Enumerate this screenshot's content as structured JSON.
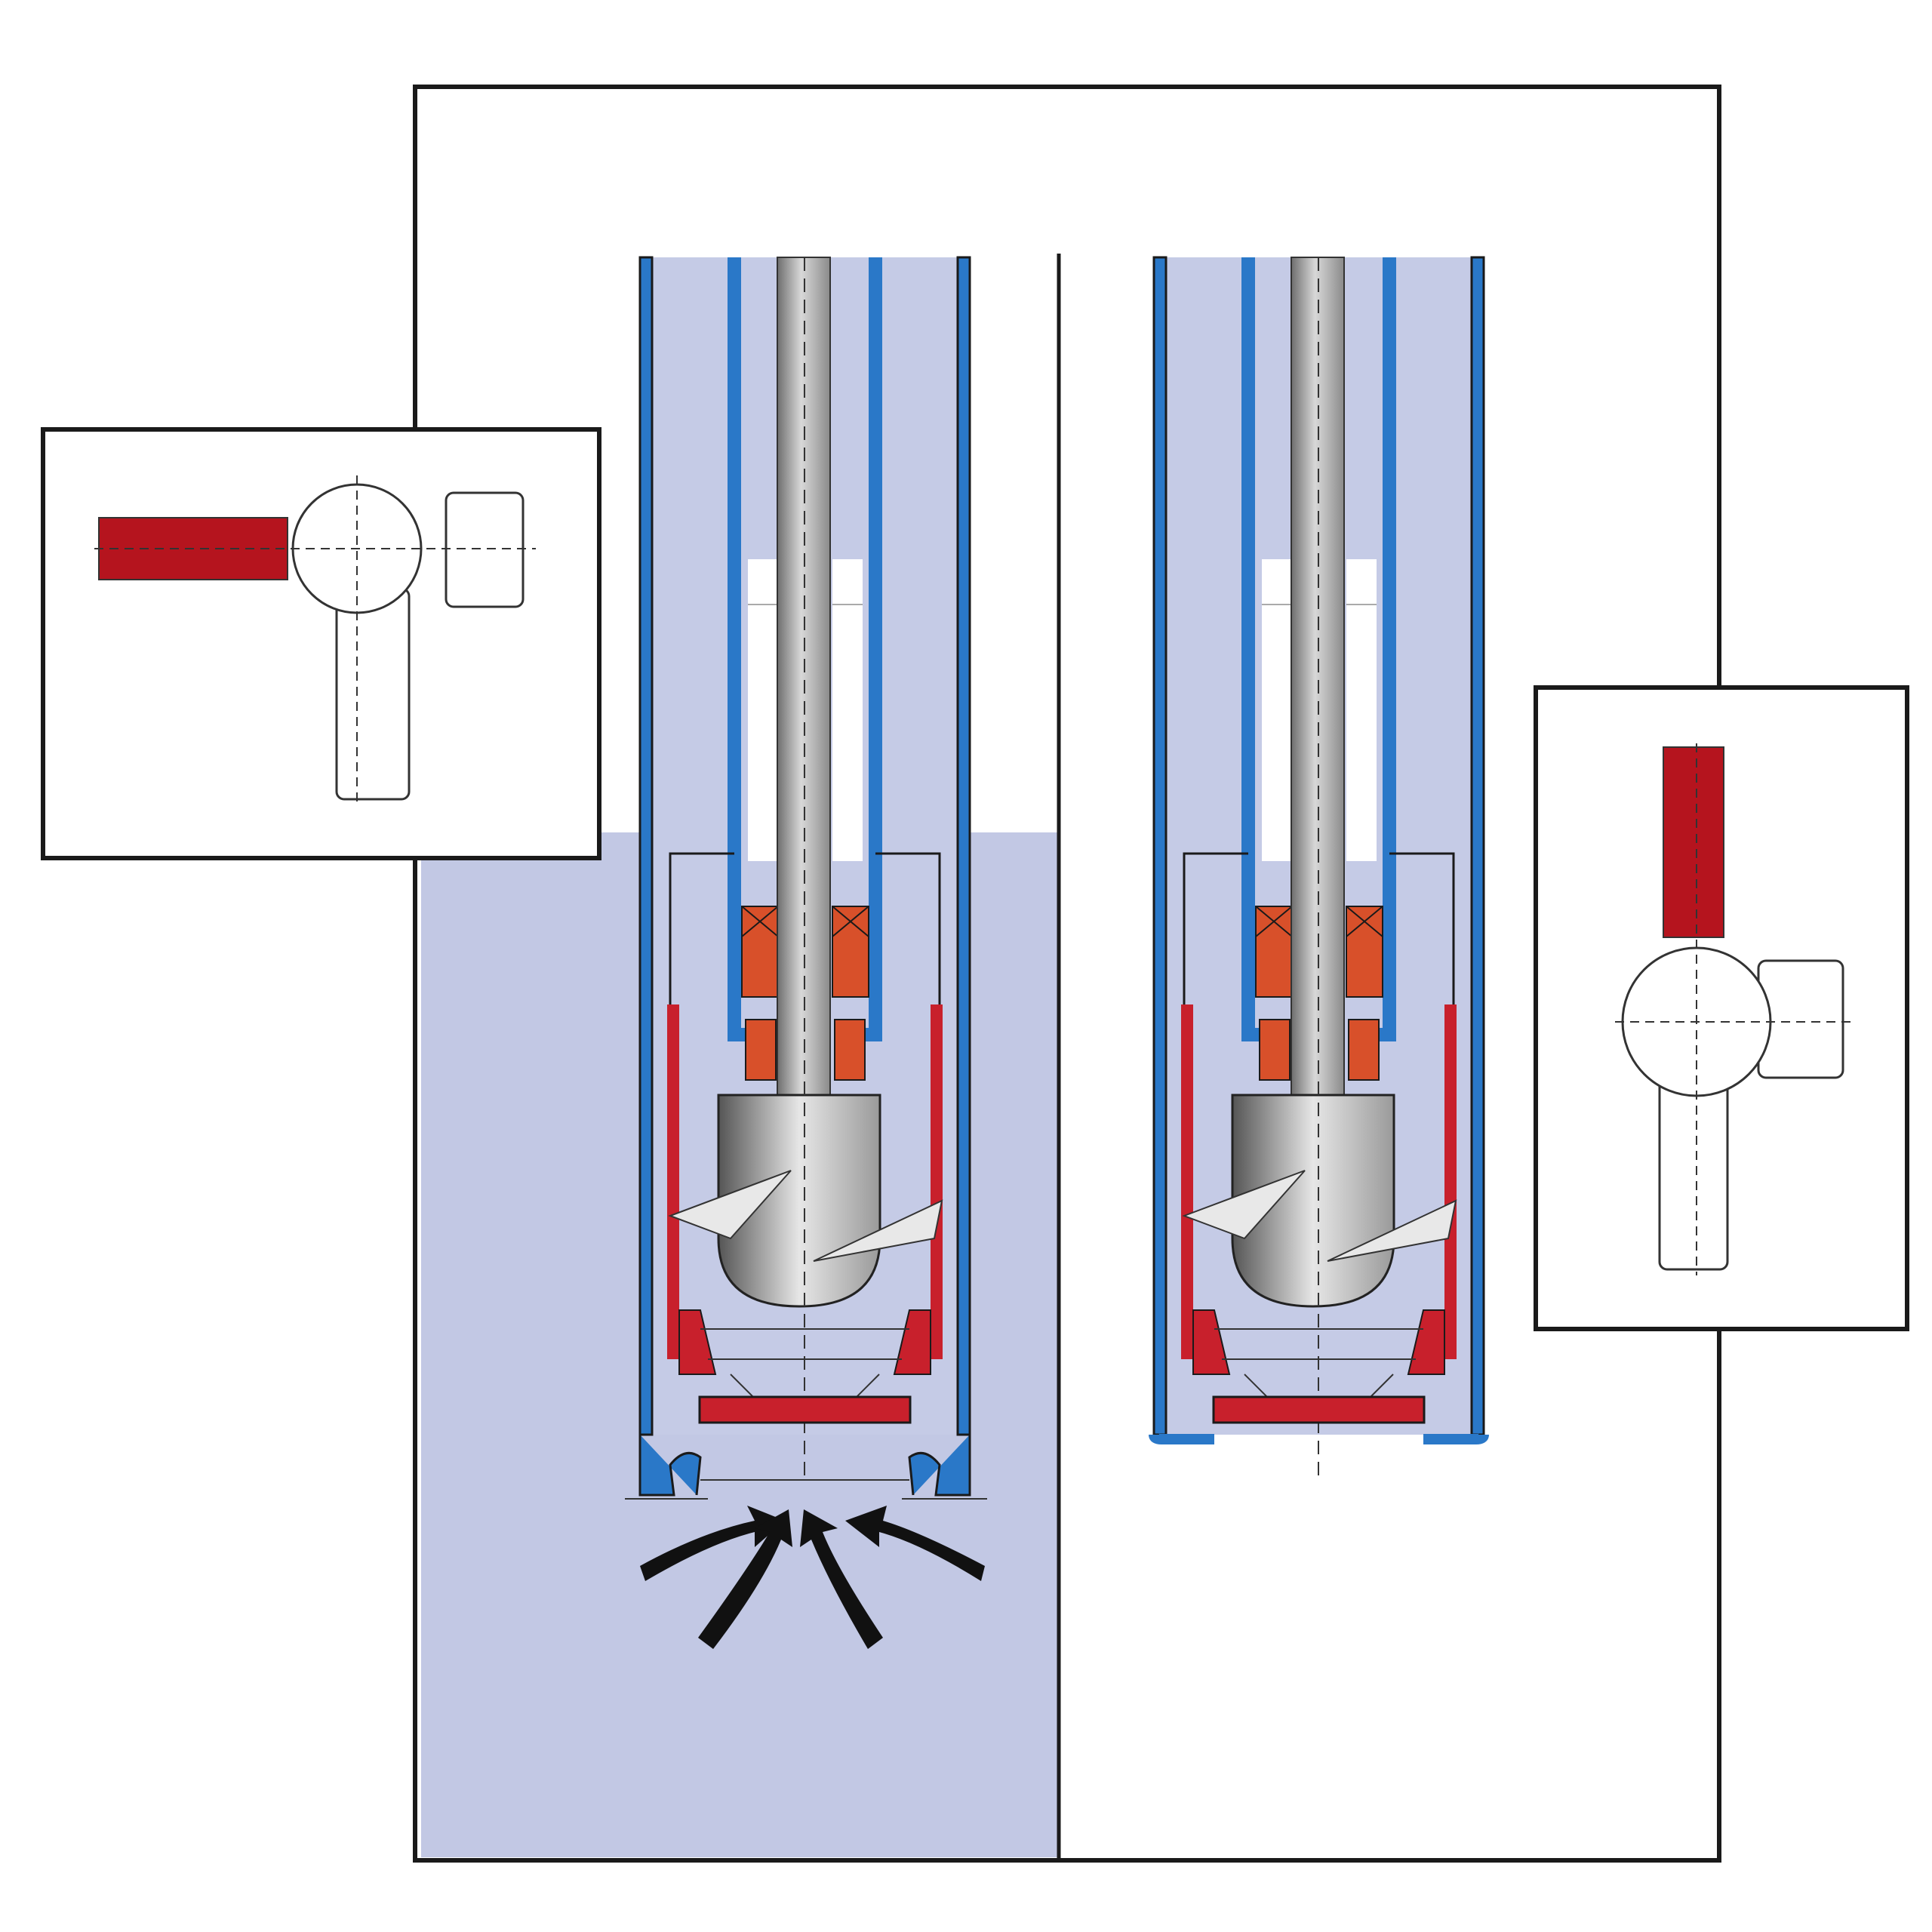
{
  "colors": {
    "water": "#c2c8e4",
    "casing_blue": "#2a78c8",
    "seal_red": "#c8202c",
    "bearing_orange": "#d8502a",
    "rod_gray": "#9a9a9a",
    "outline": "#1a1a1a",
    "background": "#ffffff"
  },
  "parts": {
    "left_pump": "pump-submerged",
    "right_pump": "pump-raised",
    "left_inset": "valve-handle-horizontal",
    "right_inset": "valve-handle-vertical",
    "arrows": "inflow-arrows-icon"
  }
}
